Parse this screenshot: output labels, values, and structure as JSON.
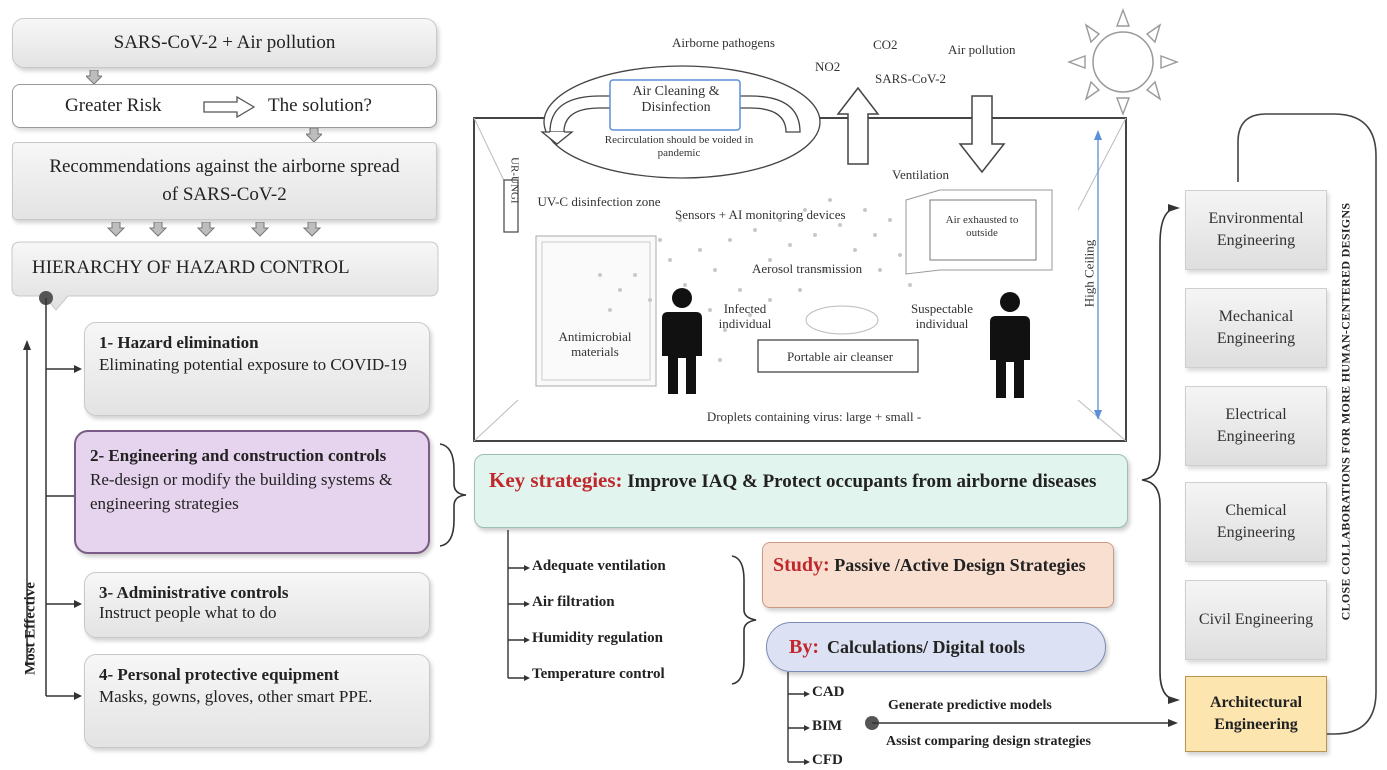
{
  "left": {
    "top_box": "SARS-CoV-2  +  Air pollution",
    "risk_label": "Greater Risk",
    "solution_label": "The solution?",
    "recommendations": "Recommendations against the airborne spread of SARS-CoV-2",
    "hierarchy": "HIERARCHY OF HAZARD CONTROL",
    "axis_label": "Most Effective",
    "controls": [
      {
        "title": "1- Hazard elimination",
        "desc": "Eliminating potential exposure to COVID-19"
      },
      {
        "title": "2- Engineering and construction controls",
        "desc": "Re-design or modify the building systems & engineering strategies"
      },
      {
        "title": "3- Administrative controls",
        "desc": "Instruct people what to do"
      },
      {
        "title": "4- Personal protective equipment",
        "desc": "Masks, gowns, gloves, other smart PPE."
      }
    ]
  },
  "room": {
    "airborne_pathogens": "Airborne pathogens",
    "no2": "NO2",
    "co2": "CO2",
    "sars": "SARS-CoV-2",
    "air_pollution": "Air pollution",
    "air_cleaning": "Air Cleaning & Disinfection",
    "recirculation": "Recirculation should be voided in pandemic",
    "ventilation": "Ventilation",
    "ur_ungi": "UR-UNGI",
    "uvc": "UV-C disinfection zone",
    "sensors": "Sensors + AI monitoring devices",
    "exhausted": "Air exhausted to outside",
    "aerosol": "Aerosol transmission",
    "high_ceiling": "High Ceiling",
    "antimicrobial": "Antimicrobial materials",
    "infected": "Infected individual",
    "suspectable": "Suspectable individual",
    "portable": "Portable air cleanser",
    "droplets": "Droplets containing virus: large",
    "droplets_plus": "+",
    "droplets_small": "small",
    "droplets_minus": "-"
  },
  "key": {
    "label": "Key strategies:",
    "text": "Improve IAQ & Protect occupants from airborne diseases"
  },
  "strategies": [
    "Adequate ventilation",
    "Air filtration",
    "Humidity regulation",
    "Temperature control"
  ],
  "study": {
    "label": "Study:",
    "text": "Passive /Active Design Strategies"
  },
  "by": {
    "label": "By:",
    "text": "Calculations/ Digital tools"
  },
  "tools": [
    "CAD",
    "BIM",
    "CFD"
  ],
  "predict": {
    "line1": "Generate predictive models",
    "line2": "Assist  comparing design strategies"
  },
  "engineering": [
    "Environmental Engineering",
    "Mechanical Engineering",
    "Electrical Engineering",
    "Chemical Engineering",
    "Civil Engineering"
  ],
  "architectural": "Architectural Engineering",
  "collab": "CLOSE COLLABORATIONS FOR MORE HUMAN-CENTERED DESIGNS",
  "colors": {
    "engineering_fill": "#e6d3ee",
    "engineering_border": "#7a5a86",
    "key_fill": "#e2f4ee",
    "study_fill": "#f9dfd0",
    "by_fill": "#dce2f3",
    "arch_fill": "#fde5b0",
    "accent_red": "#c0282d",
    "ceiling_blue": "#5b8fd9"
  }
}
